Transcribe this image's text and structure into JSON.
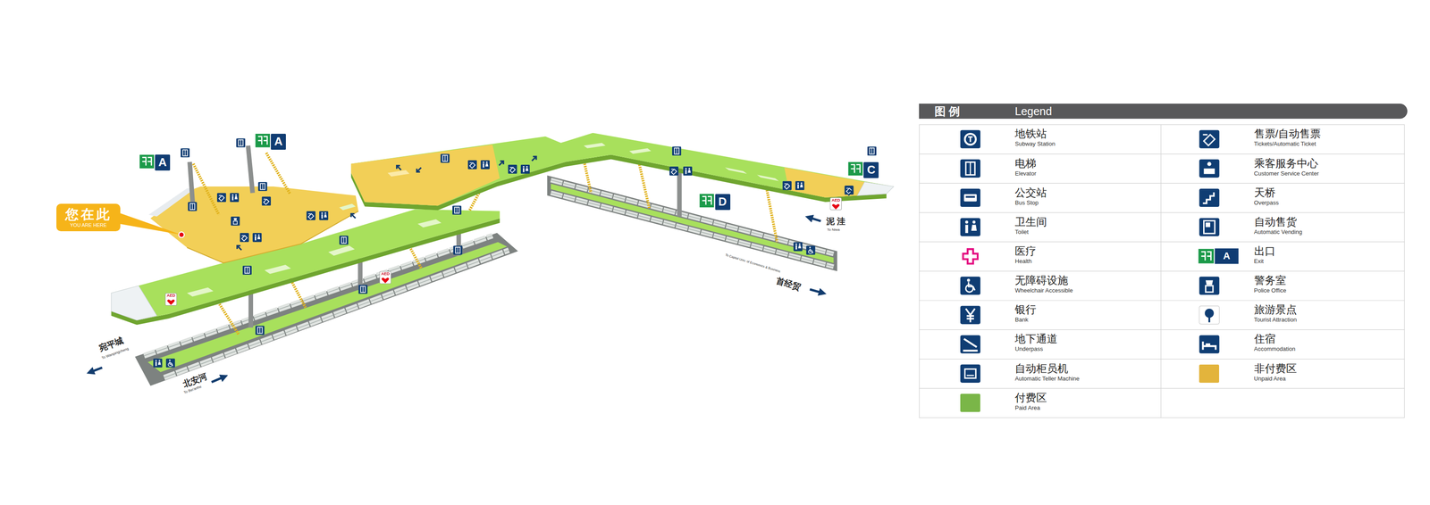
{
  "diagram": {
    "nodes": [
      {
        "text": [
          "您在此",
          "YOU ARE HERE"
        ]
      },
      {
        "text": [
          "A"
        ]
      },
      {
        "text": [
          "A"
        ]
      },
      {
        "text": [
          "D"
        ]
      },
      {
        "text": [
          "C"
        ]
      },
      {
        "text": [
          "图 例",
          "Legend"
        ]
      }
    ],
    "labels": [
      "AED",
      "AED",
      "AED",
      "宛平城",
      "To Wanpingcheng",
      "北安河",
      "To Bei'anhe",
      "首经贸",
      "To Capital Univ. of Economics & Business",
      "泥 洼",
      "To Niwa",
      "Subway Station",
      "Elevator",
      "Bus Stop",
      "Toilet",
      "Health",
      "Wheelchair Accessible",
      "Bank",
      "Underpass",
      "Automatic Teller Machine",
      "Paid Area",
      "Tickets/Automatic Ticket",
      "Customer Service Center",
      "Overpass",
      "Automatic Vending",
      "Exit",
      "Police Office",
      "Tourist Attraction",
      "Accommodation",
      "Unpaid Area",
      "A"
    ],
    "legend": [
      {
        "text": "地铁站"
      },
      {
        "text": "电梯"
      },
      {
        "text": "公交站"
      },
      {
        "text": "卫生间"
      },
      {
        "text": "医疗"
      },
      {
        "text": "无障碍设施"
      },
      {
        "text": "银行"
      },
      {
        "text": "地下通道"
      },
      {
        "text": "自动柜员机"
      },
      {
        "text": "付费区",
        "color": "#7ab648"
      },
      {
        "text": "售票/自动售票"
      },
      {
        "text": "乘客服务中心"
      },
      {
        "text": "天桥"
      },
      {
        "text": "自动售货"
      },
      {
        "text": "出口"
      },
      {
        "text": "警务室"
      },
      {
        "text": "旅游景点"
      },
      {
        "text": "住宿"
      },
      {
        "text": "非付费区",
        "color": "#e3b43c"
      }
    ]
  }
}
